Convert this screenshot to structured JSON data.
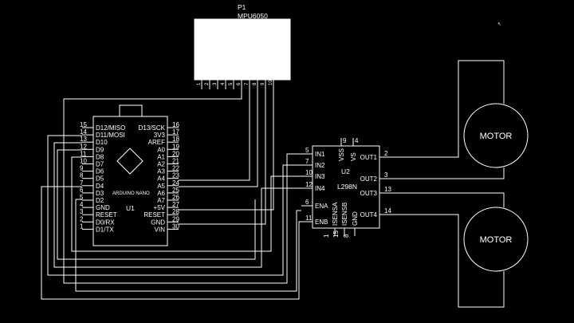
{
  "mpu": {
    "ref": "P1",
    "part": "MPU6050",
    "pins": [
      "1",
      "2",
      "3",
      "4",
      "5",
      "6",
      "7",
      "8",
      "9",
      "10"
    ]
  },
  "nano": {
    "ref": "U1",
    "name": "ARDUINO NANO",
    "left_pins": [
      {
        "num": "15",
        "name": "D12/MISO"
      },
      {
        "num": "14",
        "name": "D11/MOSI"
      },
      {
        "num": "13",
        "name": "D10"
      },
      {
        "num": "12",
        "name": "D9"
      },
      {
        "num": "11",
        "name": "D8"
      },
      {
        "num": "10",
        "name": "D7"
      },
      {
        "num": "9",
        "name": "D6"
      },
      {
        "num": "8",
        "name": "D5"
      },
      {
        "num": "7",
        "name": "D4"
      },
      {
        "num": "6",
        "name": "D3"
      },
      {
        "num": "5",
        "name": "D2"
      },
      {
        "num": "4",
        "name": "GND"
      },
      {
        "num": "3",
        "name": "RESET"
      },
      {
        "num": "2",
        "name": "D0/RX"
      },
      {
        "num": "1",
        "name": "D1/TX"
      }
    ],
    "right_pins": [
      {
        "num": "16",
        "name": "D13/SCK"
      },
      {
        "num": "17",
        "name": "3V3"
      },
      {
        "num": "18",
        "name": "AREF"
      },
      {
        "num": "19",
        "name": "A0"
      },
      {
        "num": "20",
        "name": "A1"
      },
      {
        "num": "21",
        "name": "A2"
      },
      {
        "num": "22",
        "name": "A3"
      },
      {
        "num": "23",
        "name": "A4"
      },
      {
        "num": "24",
        "name": "A5"
      },
      {
        "num": "25",
        "name": "A6"
      },
      {
        "num": "26",
        "name": "A7"
      },
      {
        "num": "27",
        "name": "+5V"
      },
      {
        "num": "28",
        "name": "RESET"
      },
      {
        "num": "29",
        "name": "GND"
      },
      {
        "num": "30",
        "name": "VIN"
      }
    ]
  },
  "driver": {
    "ref": "U2",
    "part": "L298N",
    "left_pins": [
      {
        "num": "5",
        "name": "IN1"
      },
      {
        "num": "7",
        "name": "IN2"
      },
      {
        "num": "10",
        "name": "IN3"
      },
      {
        "num": "12",
        "name": "IN4"
      },
      {
        "num": "6",
        "name": "ENA"
      },
      {
        "num": "11",
        "name": "ENB"
      }
    ],
    "right_pins": [
      {
        "num": "2",
        "name": "OUT1"
      },
      {
        "num": "3",
        "name": "OUT2"
      },
      {
        "num": "13",
        "name": "OUT3"
      },
      {
        "num": "14",
        "name": "OUT4"
      }
    ],
    "top_pins": [
      {
        "num": "9",
        "name": "VSS"
      },
      {
        "num": "4",
        "name": "VS"
      }
    ],
    "bottom_pins": [
      {
        "num": "1",
        "name": "ISENSA"
      },
      {
        "num": "15",
        "name": "ISENSB"
      },
      {
        "num": "8",
        "name": "GND"
      }
    ]
  },
  "motors": [
    {
      "label": "MOTOR"
    },
    {
      "label": "MOTOR"
    }
  ]
}
